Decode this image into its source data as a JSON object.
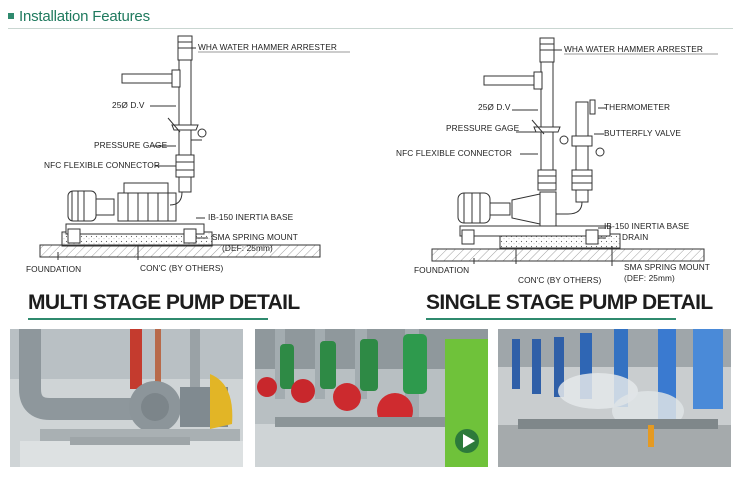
{
  "header": {
    "title": "Installation Features"
  },
  "multi_stage": {
    "caption": "MULTI STAGE PUMP DETAIL",
    "labels": {
      "arrester": "WHA WATER HAMMER ARRESTER",
      "dv": "25Ø D.V",
      "gage": "PRESSURE GAGE",
      "connector": "NFC FLEXIBLE CONNECTOR",
      "inertia": "IB-150 INERTIA BASE",
      "spring": "SMA SPRING MOUNT",
      "spring_def": "(DEF: 25mm)",
      "foundation": "FOUNDATION",
      "concrete": "CON'C (BY OTHERS)"
    }
  },
  "single_stage": {
    "caption": "SINGLE STAGE PUMP DETAIL",
    "labels": {
      "arrester": "WHA WATER HAMMER ARRESTER",
      "dv": "25Ø D.V",
      "thermometer": "THERMOMETER",
      "gage": "PRESSURE GAGE",
      "butterfly": "BUTTERFLY VALVE",
      "connector": "NFC FLEXIBLE CONNECTOR",
      "inertia": "IB-150 INERTIA BASE",
      "drain": "DRAIN",
      "foundation": "FOUNDATION",
      "concrete": "CON'C (BY OTHERS)",
      "spring": "SMA SPRING MOUNT",
      "spring_def": "(DEF: 25mm)"
    }
  },
  "photos": [
    {
      "name": "grey-pump-photo"
    },
    {
      "name": "green-pumps-photo"
    },
    {
      "name": "blue-pumps-photo"
    }
  ],
  "colors": {
    "accent": "#2f8a6e",
    "title": "#1f7a5e"
  }
}
